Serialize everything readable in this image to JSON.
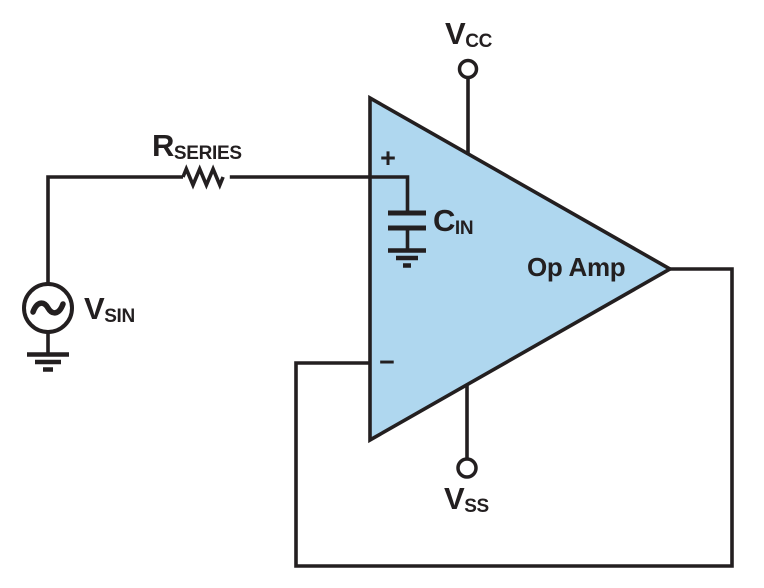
{
  "diagram": {
    "colors": {
      "opamp_fill": "#AFD7EF",
      "line": "#231F20",
      "background": "#FFFFFF"
    },
    "components": {
      "opamp": "Op Amp",
      "vcc": {
        "main": "V",
        "sub": "CC"
      },
      "vss": {
        "main": "V",
        "sub": "SS"
      },
      "vsin": {
        "main": "V",
        "sub": "SIN"
      },
      "rseries": {
        "main": "R",
        "sub": "SERIES"
      },
      "cin": {
        "main": "C",
        "sub": "IN"
      },
      "noninverting_input": "+",
      "inverting_input": "−"
    }
  }
}
